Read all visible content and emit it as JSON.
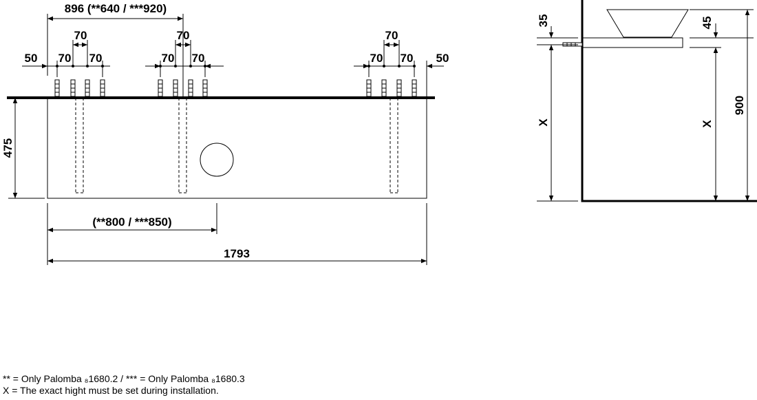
{
  "front_view": {
    "dim_top_total": "896 (**640 / ***920)",
    "dim_spacing": "70",
    "dim_edge": "50",
    "dim_height": "475",
    "dim_hole_offset": "(**800 / ***850)",
    "dim_width": "1793"
  },
  "side_view": {
    "dim_basin_top": "35",
    "dim_counter": "45",
    "dim_x": "X",
    "dim_total_height": "900"
  },
  "notes": {
    "line1": "** = Only Palomba ₈1680.2 / *** = Only Palomba ₈1680.3",
    "line2": "X = The exact hight must be set during installation."
  }
}
